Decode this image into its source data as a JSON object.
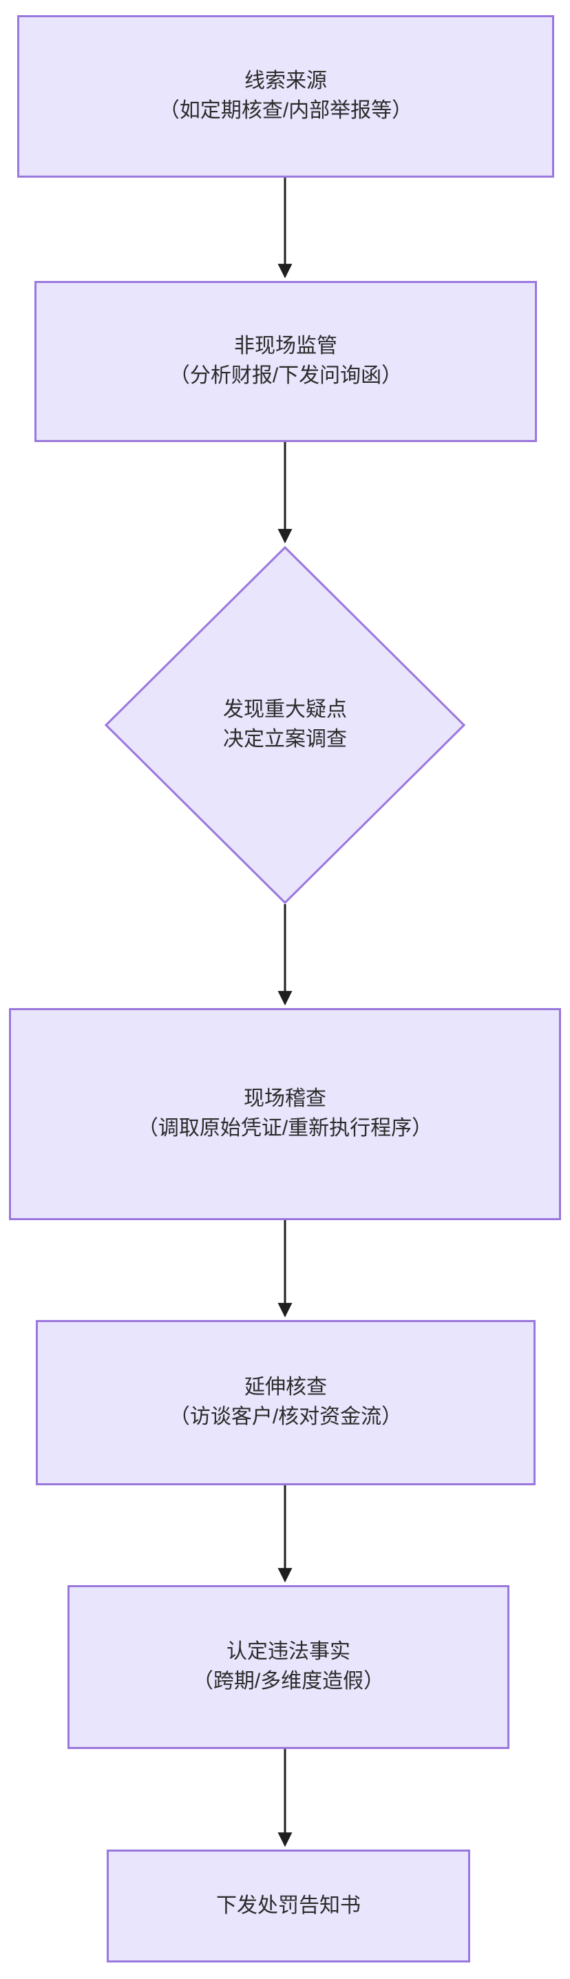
{
  "diagram": {
    "type": "flowchart",
    "orientation": "top-to-bottom",
    "theme": {
      "node_fill": "#e8e5fc",
      "node_border": "#9a77dd",
      "text_color": "#2b2b2b",
      "edge_color": "#1f1f1f",
      "background": "#ffffff"
    },
    "nodes": [
      {
        "id": "n1",
        "shape": "rectangle",
        "title": "线索来源",
        "subtitle": "（如定期核查/内部举报等）"
      },
      {
        "id": "n2",
        "shape": "rectangle",
        "title": "非现场监管",
        "subtitle": "（分析财报/下发问询函）"
      },
      {
        "id": "n3",
        "shape": "diamond",
        "title": "发现重大疑点",
        "subtitle": "决定立案调查"
      },
      {
        "id": "n4",
        "shape": "rectangle",
        "title": "现场稽查",
        "subtitle": "（调取原始凭证/重新执行程序）"
      },
      {
        "id": "n5",
        "shape": "rectangle",
        "title": "延伸核查",
        "subtitle": "（访谈客户/核对资金流）"
      },
      {
        "id": "n6",
        "shape": "rectangle",
        "title": "认定违法事实",
        "subtitle": "（跨期/多维度造假）"
      },
      {
        "id": "n7",
        "shape": "rectangle",
        "title": "下发处罚告知书",
        "subtitle": ""
      }
    ],
    "edges": [
      {
        "from": "n1",
        "to": "n2",
        "label": ""
      },
      {
        "from": "n2",
        "to": "n3",
        "label": ""
      },
      {
        "from": "n3",
        "to": "n4",
        "label": ""
      },
      {
        "from": "n4",
        "to": "n5",
        "label": ""
      },
      {
        "from": "n5",
        "to": "n6",
        "label": ""
      },
      {
        "from": "n6",
        "to": "n7",
        "label": ""
      }
    ]
  }
}
